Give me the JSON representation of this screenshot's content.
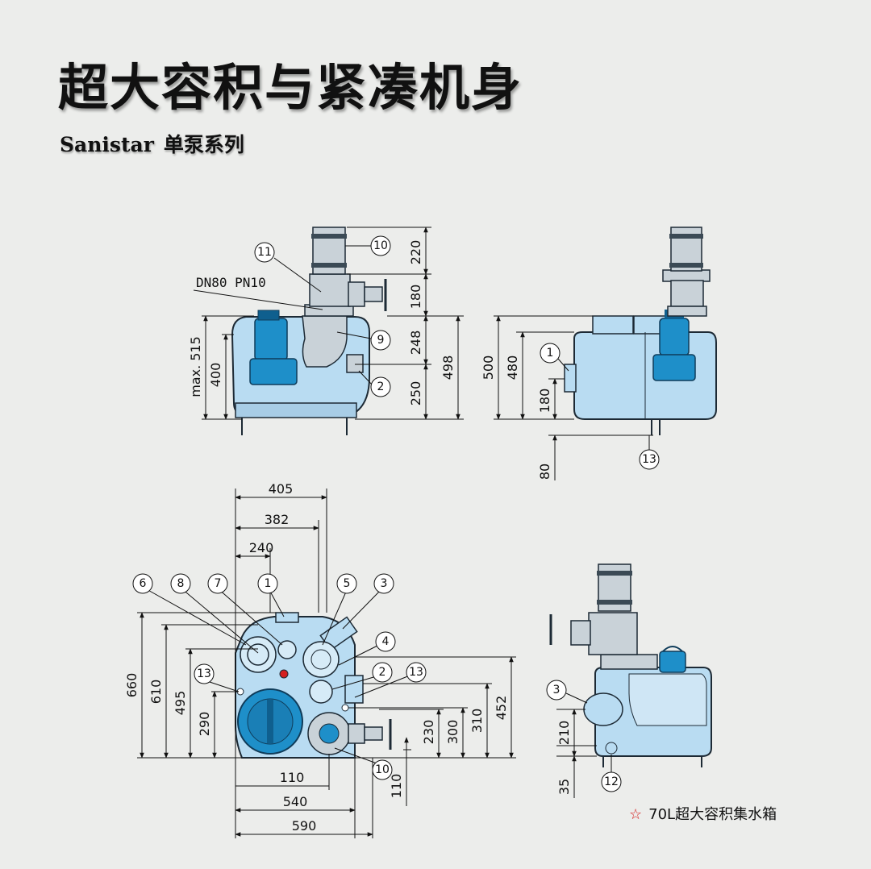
{
  "header": {
    "title": "超大容积与紧凑机身",
    "subtitle_brand": "Sanistar",
    "subtitle_series": "单泵系列"
  },
  "callout_labels": [
    "1",
    "2",
    "3",
    "4",
    "5",
    "6",
    "7",
    "8",
    "9",
    "10",
    "11",
    "12",
    "13"
  ],
  "front_view": {
    "connection_label": "DN80 PN10",
    "dims": {
      "d220": "220",
      "d180": "180",
      "d248": "248",
      "d250": "250",
      "d498": "498",
      "d515": "max. 515",
      "d400": "400"
    }
  },
  "side_view": {
    "dims": {
      "d500": "500",
      "d480": "480",
      "d180": "180",
      "d80": "80"
    }
  },
  "top_view": {
    "dims": {
      "d405": "405",
      "d382": "382",
      "d240": "240",
      "d660": "660",
      "d610": "610",
      "d495": "495",
      "d290": "290",
      "d452": "452",
      "d310": "310",
      "d300": "300",
      "d230": "230",
      "d110h": "110",
      "d540": "540",
      "d590": "590",
      "d110v": "110"
    }
  },
  "rear_view": {
    "dims": {
      "d210": "210",
      "d35": "35"
    }
  },
  "footnote": {
    "star": "☆",
    "text": "70L超大容积集水箱"
  },
  "colors": {
    "tank": "#b9dcf2",
    "tank_stroke": "#1d2a35",
    "pump": "#1e8fc9",
    "pump_dark": "#0f5f8e",
    "metal": "#c9d2d8"
  }
}
